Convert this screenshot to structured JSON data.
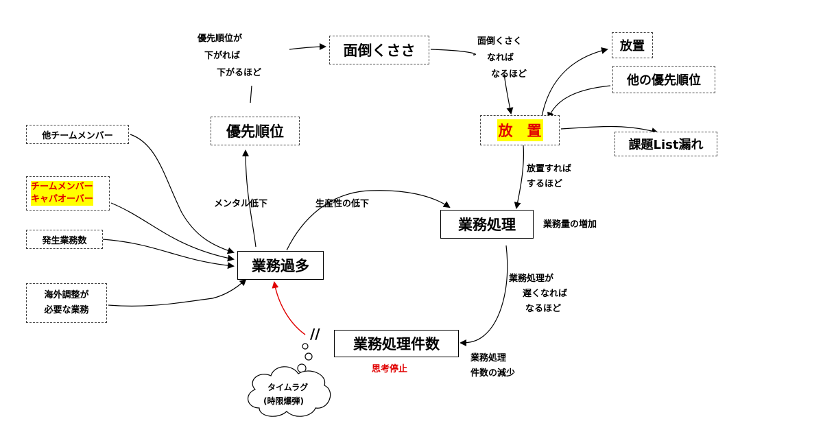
{
  "nodes": {
    "mendou": "面倒くささ",
    "yuusen": "優先順位",
    "houchi_top": "放置",
    "houchi_main": "放　置",
    "other_priority": "他の優先順位",
    "kadai_list": "課題List漏れ",
    "gyoumu_shori": "業務処理",
    "gyoumu_kata": "業務過多",
    "shori_kensu": "業務処理件数",
    "other_team": "他チームメンバー",
    "capacity_line1": "チームメンバー",
    "capacity_line2": "キャパオーバー",
    "hassei": "発生業務数",
    "kaigai_line1": "海外調整が",
    "kaigai_line2": "必要な業務"
  },
  "labels": {
    "priority_down_1": "優先順位が",
    "priority_down_2": "下がれば",
    "priority_down_3": "下がるほど",
    "mendou_more_1": "面倒くさく",
    "mendou_more_2": "なれば",
    "mendou_more_3": "なるほど",
    "houchi_more_1": "放置すれば",
    "houchi_more_2": "するほど",
    "volume_increase": "業務量の増加",
    "slow_1": "業務処理が",
    "slow_2": "遅くなれば",
    "slow_3": "なるほど",
    "decrease_1": "業務処理",
    "decrease_2": "件数の減少",
    "thinking_stop": "思考停止",
    "mental_down": "メンタル低下",
    "productivity_down": "生産性の低下",
    "timelag_1": "タイムラグ",
    "timelag_2": "(時限爆弾)",
    "slash_mark": "//"
  },
  "colors": {
    "highlight_bg": "#ffff00",
    "highlight_text": "#e00000",
    "red_arrow": "#e00000"
  }
}
